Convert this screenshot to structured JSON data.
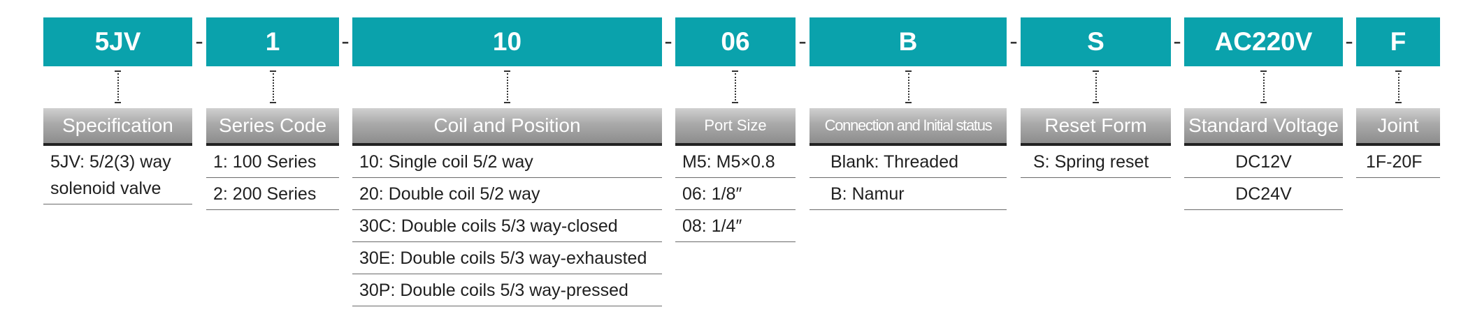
{
  "groups": [
    {
      "code": "5JV",
      "header": "Specification",
      "options": [
        "5JV: 5/2(3) way solenoid valve"
      ]
    },
    {
      "code": "1",
      "header": "Series Code",
      "options": [
        "1: 100 Series",
        "2: 200 Series"
      ]
    },
    {
      "code": "10",
      "header": "Coil and Position",
      "options": [
        "10: Single coil 5/2 way",
        "20: Double coil 5/2 way",
        "30C: Double coils 5/3 way-closed",
        "30E: Double coils 5/3 way-exhausted",
        "30P: Double coils 5/3 way-pressed"
      ]
    },
    {
      "code": "06",
      "header": "Port Size",
      "options": [
        "M5: M5×0.8",
        "06:  1/8″",
        "08:  1/4″"
      ]
    },
    {
      "code": "B",
      "header": "Connection and Initial status",
      "options": [
        "Blank: Threaded",
        "B: Namur"
      ]
    },
    {
      "code": "S",
      "header": "Reset Form",
      "options": [
        "S: Spring reset"
      ]
    },
    {
      "code": "AC220V",
      "header": "Standard Voltage",
      "options": [
        "DC12V",
        "DC24V"
      ]
    },
    {
      "code": "F",
      "header": "Joint",
      "options": [
        "1F-20F"
      ]
    }
  ],
  "separator": "-",
  "colors": {
    "code_bg": "#0aa2ac",
    "header_gradient_top": "#d0d0d0",
    "header_gradient_bottom": "#8d8d8d",
    "rule": "#222222"
  }
}
